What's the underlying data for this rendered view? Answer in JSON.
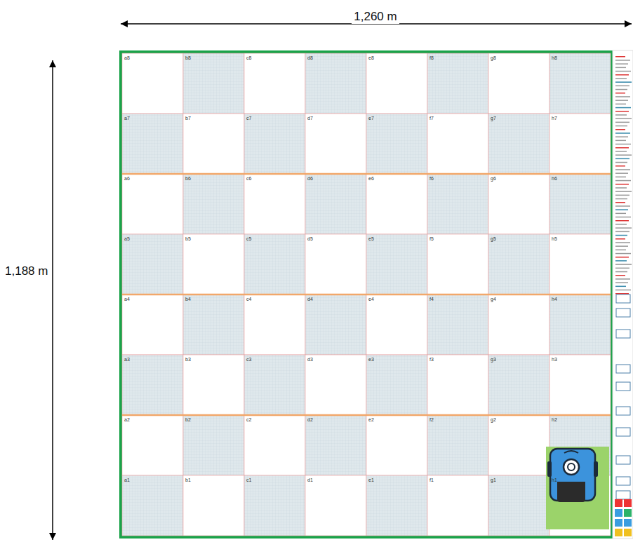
{
  "diagram": {
    "labels": [
      "1,260 m",
      "1,188 m",
      "a8",
      "b8",
      "c8",
      "d8",
      "e8",
      "f8",
      "g8",
      "h8",
      "a7",
      "b7",
      "c7",
      "d7",
      "e7",
      "f7",
      "g7",
      "h7",
      "a6",
      "b6",
      "c6",
      "d6",
      "e6",
      "f6",
      "g6",
      "h6",
      "a5",
      "b5",
      "c5",
      "d5",
      "e5",
      "f5",
      "g5",
      "h5",
      "a4",
      "b4",
      "c4",
      "d4",
      "e4",
      "f4",
      "g4",
      "h4",
      "a3",
      "b3",
      "c3",
      "d3",
      "e3",
      "f3",
      "g3",
      "h3",
      "a2",
      "b2",
      "c2",
      "d2",
      "e2",
      "f2",
      "g2",
      "h2",
      "a1",
      "b1",
      "c1",
      "d1",
      "e1",
      "f1",
      "g1",
      "h1"
    ]
  }
}
